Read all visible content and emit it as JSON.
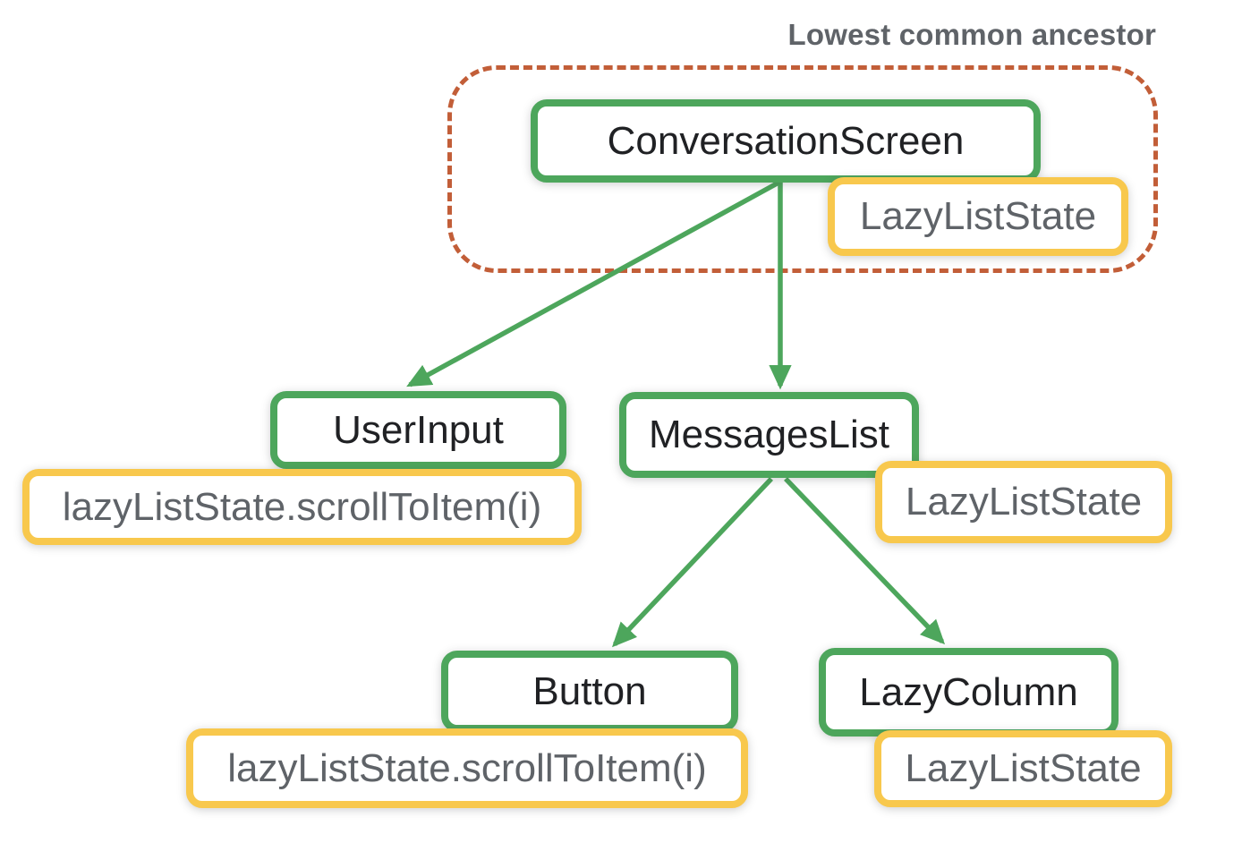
{
  "title": "Lowest common ancestor",
  "colors": {
    "green": "#4DA65C",
    "yellow": "#F8C84D",
    "orange": "#C25E38",
    "gray-text": "#5F6368",
    "black-text": "#202124",
    "bg": "#FFFFFF"
  },
  "tree": {
    "conversation_screen": {
      "label": "ConversationScreen",
      "state": "LazyListState"
    },
    "user_input": {
      "label": "UserInput",
      "state": "lazyListState.scrollToItem(i)"
    },
    "messages_list": {
      "label": "MessagesList",
      "state": "LazyListState"
    },
    "button": {
      "label": "Button",
      "state": "lazyListState.scrollToItem(i)"
    },
    "lazy_column": {
      "label": "LazyColumn",
      "state": "LazyListState"
    }
  },
  "edges": [
    {
      "from": "ConversationScreen",
      "to": "UserInput"
    },
    {
      "from": "ConversationScreen",
      "to": "MessagesList"
    },
    {
      "from": "MessagesList",
      "to": "Button"
    },
    {
      "from": "MessagesList",
      "to": "LazyColumn"
    }
  ],
  "lca_members": [
    "ConversationScreen",
    "LazyListState"
  ]
}
